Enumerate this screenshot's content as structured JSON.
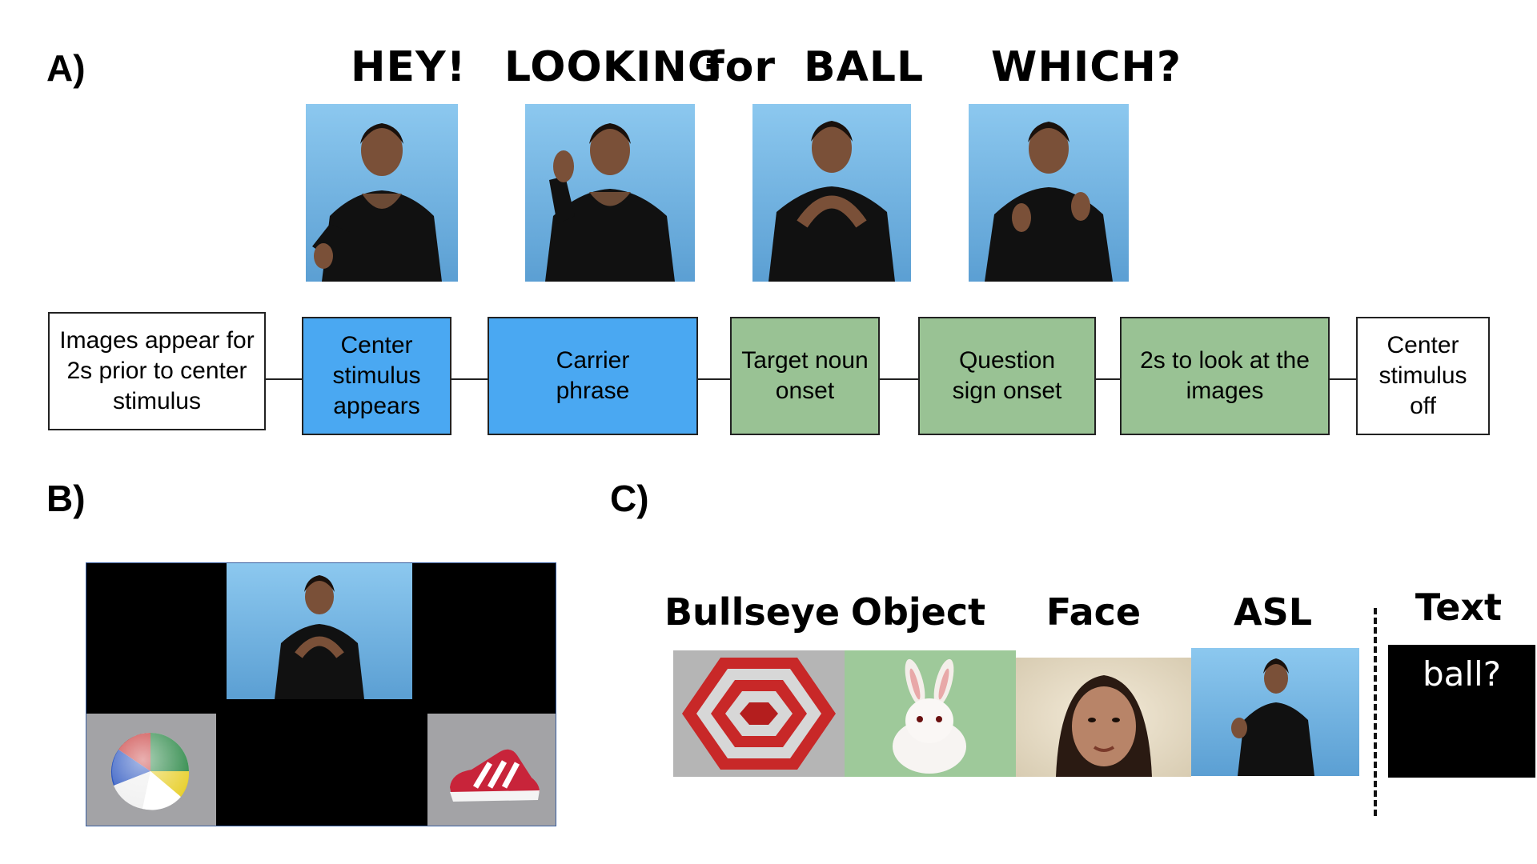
{
  "panels": {
    "a": "A)",
    "b": "B)",
    "c": "C)"
  },
  "panel_a": {
    "words": [
      "HEY!",
      "LOOKING",
      "for",
      "BALL",
      "WHICH?"
    ],
    "frames": [
      {
        "depicts": "signer-pointing"
      },
      {
        "depicts": "signer-looking-sign"
      },
      {
        "depicts": "signer-ball-sign"
      },
      {
        "depicts": "signer-which-sign"
      }
    ],
    "flow": [
      {
        "id": "images-appear",
        "lines": [
          "Images appear for",
          "2s prior to center",
          "stimulus"
        ],
        "color": "#ffffff"
      },
      {
        "id": "center-appears",
        "lines": [
          "Center",
          "stimulus",
          "appears"
        ],
        "color": "#4aa8f2"
      },
      {
        "id": "carrier-phrase",
        "lines": [
          "Carrier",
          "phrase"
        ],
        "color": "#4aa8f2"
      },
      {
        "id": "target-noun",
        "lines": [
          "Target noun",
          "onset"
        ],
        "color": "#99c294"
      },
      {
        "id": "question-sign",
        "lines": [
          "Question",
          "sign onset"
        ],
        "color": "#99c294"
      },
      {
        "id": "look-window",
        "lines": [
          "2s to look at the",
          "images"
        ],
        "color": "#99c294"
      },
      {
        "id": "center-off",
        "lines": [
          "Center",
          "stimulus",
          "off"
        ],
        "color": "#ffffff"
      }
    ]
  },
  "panel_b": {
    "background": "#000000",
    "items": [
      "signer-video",
      "beach-ball-image",
      "sneaker-image"
    ]
  },
  "panel_c": {
    "conditions": [
      {
        "label": "Bullseye",
        "icon": "bullseye-icon"
      },
      {
        "label": "Object",
        "icon": "rabbit-image"
      },
      {
        "label": "Face",
        "icon": "face-image"
      },
      {
        "label": "ASL",
        "icon": "signer-image"
      },
      {
        "label": "Text",
        "icon": "text-card"
      }
    ],
    "text_stimulus": "ball?"
  },
  "colors": {
    "blue": "#4aa8f2",
    "green": "#99c294",
    "sky": "#7fbbe6"
  }
}
